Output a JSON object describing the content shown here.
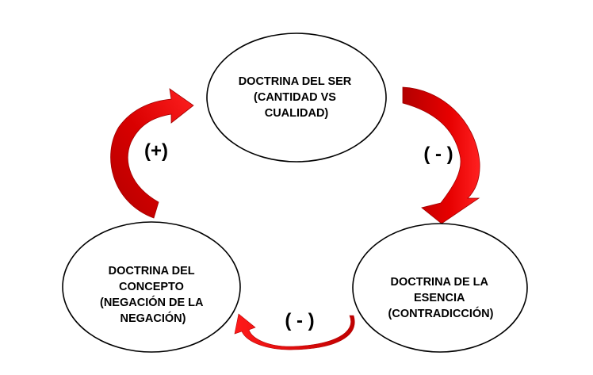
{
  "colors": {
    "arrow_dark": "#c00000",
    "arrow_bright": "#ff1a1a",
    "node_fill": "#ffffff",
    "node_stroke": "#000000"
  },
  "nodes": {
    "ser": {
      "lines": [
        "DOCTRINA DEL SER",
        "(CANTIDAD VS",
        "CUALIDAD)"
      ]
    },
    "esencia": {
      "lines": [
        "DOCTRINA DE LA",
        "ESENCIA",
        "(CONTRADICCIÓN)"
      ]
    },
    "concepto": {
      "lines": [
        "DOCTRINA DEL",
        "CONCEPTO",
        "(NEGACIÓN DE LA",
        "NEGACIÓN)"
      ]
    }
  },
  "edges": {
    "ser_to_esencia": {
      "label": "( - )",
      "icon": "curved-arrow-icon"
    },
    "esencia_to_concepto": {
      "label": "( - )",
      "icon": "curved-arrow-icon"
    },
    "concepto_to_ser": {
      "label": "(+)",
      "icon": "curved-arrow-icon"
    }
  }
}
